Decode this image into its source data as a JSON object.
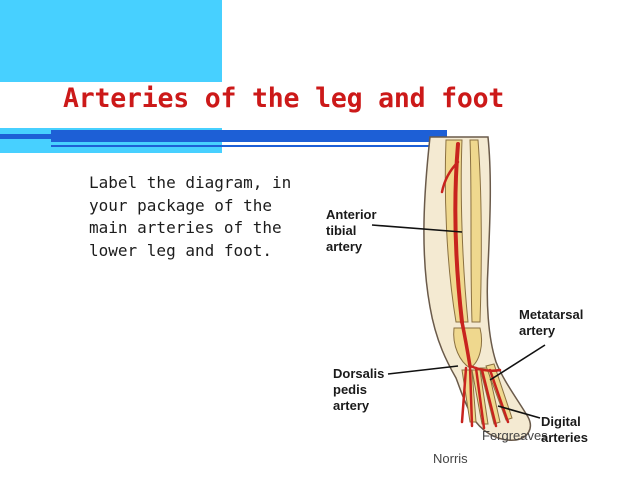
{
  "slide": {
    "title": "Arteries of the leg and foot",
    "body_lines": [
      "Label the diagram, in",
      "your package of the",
      "main arteries of the",
      "lower leg and foot."
    ]
  },
  "labels": {
    "anterior_tibial": [
      "Anterior",
      "tibial",
      "artery"
    ],
    "metatarsal": [
      "Metatarsal",
      "artery"
    ],
    "dorsalis_pedis": [
      "Dorsalis",
      "pedis",
      "artery"
    ],
    "digital": [
      "Digital",
      "arteries"
    ]
  },
  "credits": {
    "signature": "Fergreaves",
    "author": "Norris"
  },
  "colors": {
    "title": "#cc1919",
    "accent_blue": "#1d5fd6",
    "cyan": "#47d0ff",
    "artery": "#c8241e",
    "bone": "#f4ead2"
  }
}
